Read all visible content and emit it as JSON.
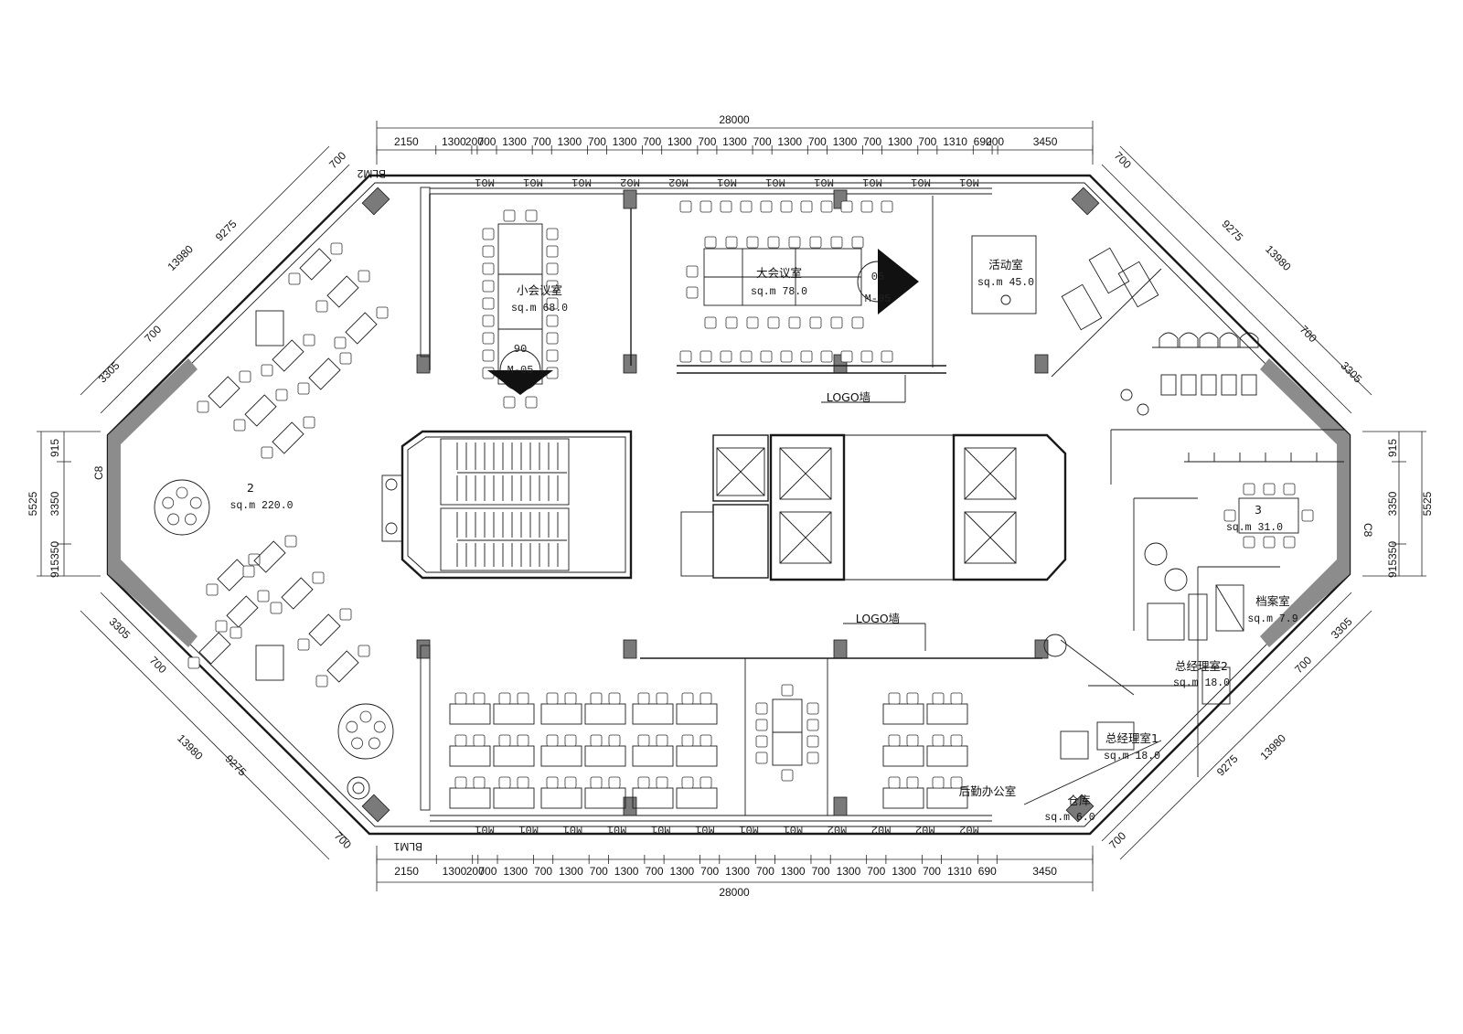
{
  "overall_dims": {
    "top": "28000",
    "bottom": "28000"
  },
  "top_dims": [
    "2150",
    "1300",
    "200",
    "700",
    "1300",
    "700",
    "1300",
    "700",
    "1300",
    "700",
    "1300",
    "700",
    "1300",
    "700",
    "1300",
    "700",
    "1300",
    "700",
    "1300",
    "700",
    "1310",
    "690",
    "200",
    "3450"
  ],
  "bottom_dims": [
    "2150",
    "1300",
    "200",
    "700",
    "1300",
    "700",
    "1300",
    "700",
    "1300",
    "700",
    "1300",
    "700",
    "1300",
    "700",
    "1300",
    "700",
    "1300",
    "700",
    "1300",
    "700",
    "1310",
    "690",
    "3450"
  ],
  "diag_dims": {
    "outer": "13980",
    "inner": "9275",
    "a": "700",
    "b": "3305",
    "c": "700"
  },
  "side_dims": {
    "a": "915",
    "b": "3350",
    "c": "5525",
    "d": "915350"
  },
  "labels": {
    "c8": "C8",
    "blm1": "BLM1",
    "blm2": "BLM2",
    "logo_wall_top": "LOGO墙",
    "logo_wall_bottom": "LOGO墙",
    "m05_a": "M-05",
    "m05_b": "M-05",
    "m06": "06",
    "m05_num": "05"
  },
  "doors": {
    "top": [
      "M01",
      "M01",
      "M01",
      "M02",
      "M02",
      "M01",
      "M01",
      "M01",
      "M01",
      "M01",
      "M01"
    ],
    "bottom": [
      "M01",
      "M01",
      "M01",
      "M01",
      "M01",
      "M01",
      "M01",
      "M01",
      "M02",
      "M02",
      "M02",
      "M02"
    ]
  },
  "rooms": [
    {
      "id": "open-office",
      "name": "2",
      "area": "sq.m 220.0"
    },
    {
      "id": "small-meeting",
      "name": "小会议室",
      "area": "sq.m 68.0"
    },
    {
      "id": "large-meeting",
      "name": "大会议室",
      "area": "sq.m 78.0"
    },
    {
      "id": "activity",
      "name": "活动室",
      "area": "sq.m 45.0"
    },
    {
      "id": "room3",
      "name": "3",
      "area": "sq.m 31.0"
    },
    {
      "id": "archive",
      "name": "档案室",
      "area": "sq.m 7.9"
    },
    {
      "id": "gm2",
      "name": "总经理室2",
      "area": "sq.m 18.0"
    },
    {
      "id": "gm1",
      "name": "总经理室1",
      "area": "sq.m 18.0"
    },
    {
      "id": "storage",
      "name": "仓库",
      "area": "sq.m 6.0"
    },
    {
      "id": "logistics",
      "name": "后勤办公室",
      "area": ""
    }
  ]
}
